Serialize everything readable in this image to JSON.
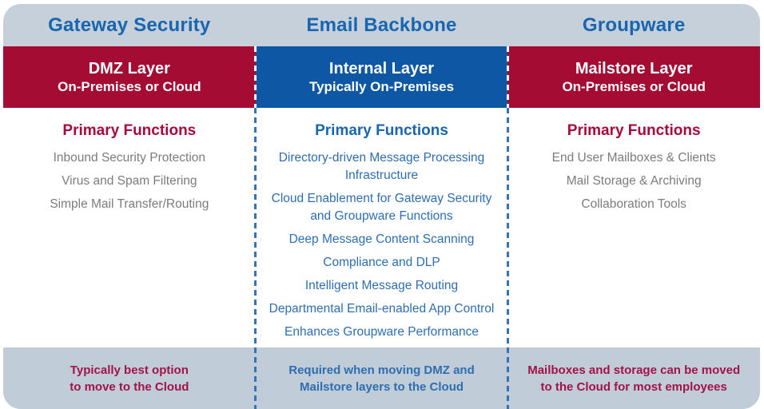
{
  "colors": {
    "container_bg": "#C6D0DB",
    "footer_bg": "#C0CCD8",
    "crimson_band": "#A50C33",
    "blue_band": "#0D57A4",
    "header_text_blue": "#1866B0",
    "crimson_heading": "#A6093A",
    "gray_text": "#7B7C7F",
    "blue_text": "#2E6EB0",
    "white": "#FFFFFF"
  },
  "columns": [
    {
      "header": "Gateway Security",
      "band_title": "DMZ Layer",
      "band_subtitle": "On-Premises or Cloud",
      "functions_heading": "Primary Functions",
      "functions": [
        "Inbound Security Protection",
        "Virus and Spam Filtering",
        "Simple Mail Transfer/Routing"
      ],
      "footer_lines": [
        "Typically best option",
        "to move to the Cloud"
      ]
    },
    {
      "header": "Email Backbone",
      "band_title": "Internal Layer",
      "band_subtitle": "Typically On-Premises",
      "functions_heading": "Primary Functions",
      "functions": [
        "Directory-driven Message Processing Infrastructure",
        "Cloud Enablement for Gateway Security and Groupware Functions",
        "Deep Message Content Scanning",
        "Compliance and DLP",
        "Intelligent Message Routing",
        "Departmental Email-enabled App Control",
        "Enhances Groupware Performance"
      ],
      "footer_lines": [
        "Required when moving DMZ and",
        "Mailstore layers to the Cloud"
      ]
    },
    {
      "header": "Groupware",
      "band_title": "Mailstore Layer",
      "band_subtitle": "On-Premises or Cloud",
      "functions_heading": "Primary Functions",
      "functions": [
        "End User Mailboxes & Clients",
        "Mail Storage & Archiving",
        "Collaboration Tools"
      ],
      "footer_lines": [
        "Mailboxes and storage can be moved",
        "to the Cloud for most employees"
      ]
    }
  ]
}
